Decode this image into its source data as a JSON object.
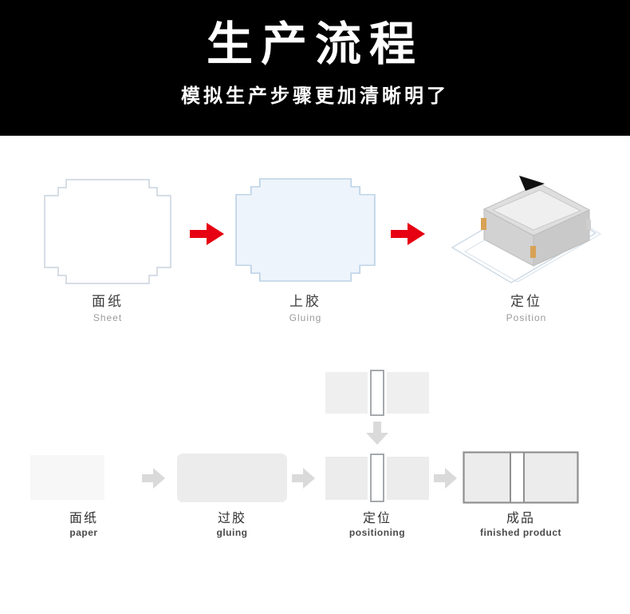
{
  "header": {
    "title": "生产流程",
    "subtitle": "模拟生产步骤更加清晰明了"
  },
  "top_flow": {
    "steps": [
      {
        "zh": "面纸",
        "en": "Sheet"
      },
      {
        "zh": "上胶",
        "en": "Gluing"
      },
      {
        "zh": "定位",
        "en": "Position"
      }
    ]
  },
  "bottom_flow": {
    "steps": [
      {
        "zh": "面纸",
        "en": "paper"
      },
      {
        "zh": "过胶",
        "en": "gluing"
      },
      {
        "zh": "定位",
        "en": "positioning"
      },
      {
        "zh": "成品",
        "en": "finished product"
      }
    ]
  },
  "colors": {
    "header_bg": "#000000",
    "arrow_red": "#e60012",
    "sheet_stroke": "#c8d3de",
    "glue_fill": "#eef4fb",
    "glue_stroke": "#bcd2e6",
    "gray_arrow": "#dadada",
    "shape_gray": "#ececec",
    "box_gray": "#d2d2d2"
  }
}
